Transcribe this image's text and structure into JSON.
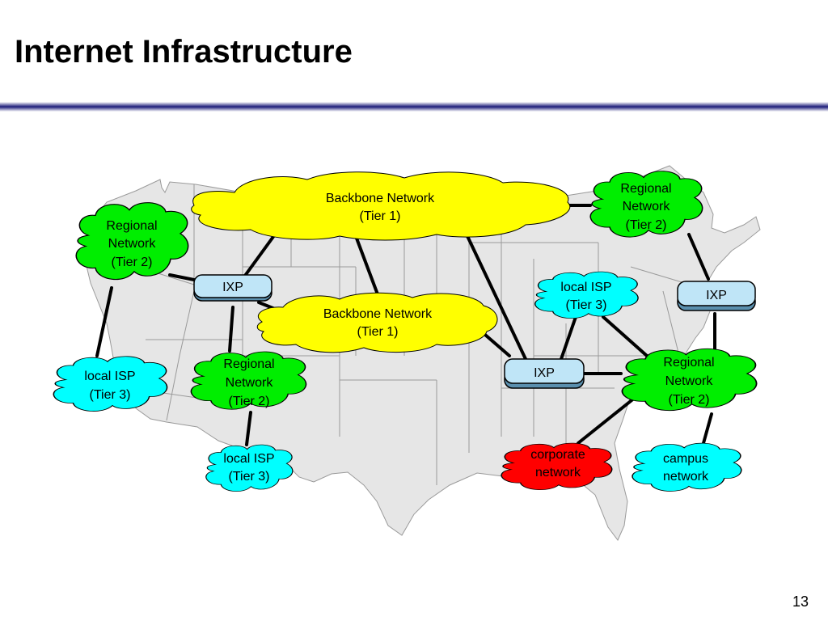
{
  "slide": {
    "title": "Internet Infrastructure",
    "page_number": "13"
  },
  "colors": {
    "title_rule_gradient": [
      "#ffffff",
      "#1c1c7a"
    ],
    "map_fill": "#e6e6e6",
    "map_lines": "#9a9a9a",
    "backbone": "#ffff00",
    "regional": "#00ee00",
    "local_isp": "#00ffff",
    "corporate": "#ff0000",
    "campus": "#00ffff",
    "ixp_top": "#bfe5f7",
    "ixp_side": "#5a8fae",
    "link": "#000000"
  },
  "nodes": {
    "backbone_top": {
      "line1": "Backbone Network",
      "line2": "(Tier 1)"
    },
    "backbone_mid": {
      "line1": "Backbone Network",
      "line2": "(Tier 1)"
    },
    "regional_west": {
      "line1": "Regional",
      "line2": "Network",
      "line3": "(Tier 2)"
    },
    "regional_northeast": {
      "line1": "Regional",
      "line2": "Network",
      "line3": "(Tier 2)"
    },
    "regional_central": {
      "line1": "Regional",
      "line2": "Network",
      "line3": "(Tier 2)"
    },
    "regional_southeast": {
      "line1": "Regional",
      "line2": "Network",
      "line3": "(Tier 2)"
    },
    "local_isp_west": {
      "line1": "local ISP",
      "line2": "(Tier 3)"
    },
    "local_isp_central": {
      "line1": "local ISP",
      "line2": "(Tier 3)"
    },
    "local_isp_midwest": {
      "line1": "local ISP",
      "line2": "(Tier 3)"
    },
    "corporate": {
      "line1": "corporate",
      "line2": "network"
    },
    "campus": {
      "line1": "campus",
      "line2": "network"
    },
    "ixp_west": {
      "label": "IXP"
    },
    "ixp_east": {
      "label": "IXP"
    },
    "ixp_south": {
      "label": "IXP"
    }
  }
}
